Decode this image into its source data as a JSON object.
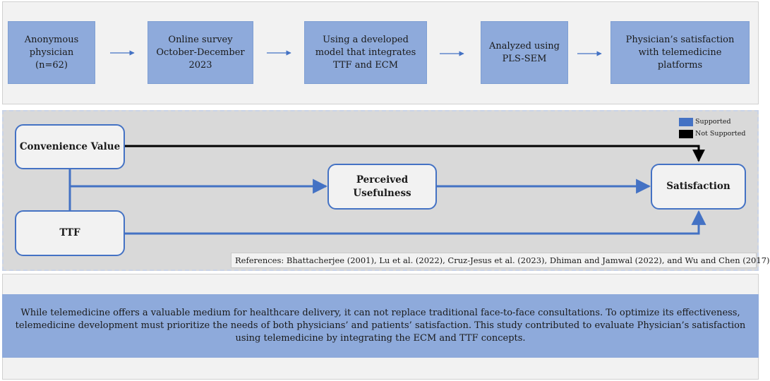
{
  "flow": {
    "steps": [
      "Anonymous physician (n=62)",
      "Online survey October-December 2023",
      "Using a developed model that integrates TTF and ECM",
      "Analyzed using PLS-SEM",
      "Physician’s satisfaction with telemedicine platforms"
    ],
    "arrow_color": "#4472c4"
  },
  "model": {
    "nodes": {
      "convenience_value": "Convenience Value",
      "ttf": "TTF",
      "perceived_usefulness": "Perceived Usefulness",
      "satisfaction": "Satisfaction"
    },
    "legend": {
      "supported": {
        "label": "Supported",
        "color": "#4472c4"
      },
      "not_supported": {
        "label": "Not Supported",
        "color": "#000000"
      }
    },
    "references": "References: Bhattacherjee (2001), Lu et al. (2022),  Cruz-Jesus et al.  (2023), Dhiman and Jamwal (2022), and Wu and Chen (2017)"
  },
  "summary": "While telemedicine offers a valuable medium for healthcare delivery, it can not replace traditional face-to-face consultations. To optimize its effectiveness, telemedicine development must prioritize the needs of both physicians’ and patients’ satisfaction. This study contributed to evaluate Physician’s satisfaction using telemedicine by integrating the ECM and TTF concepts."
}
